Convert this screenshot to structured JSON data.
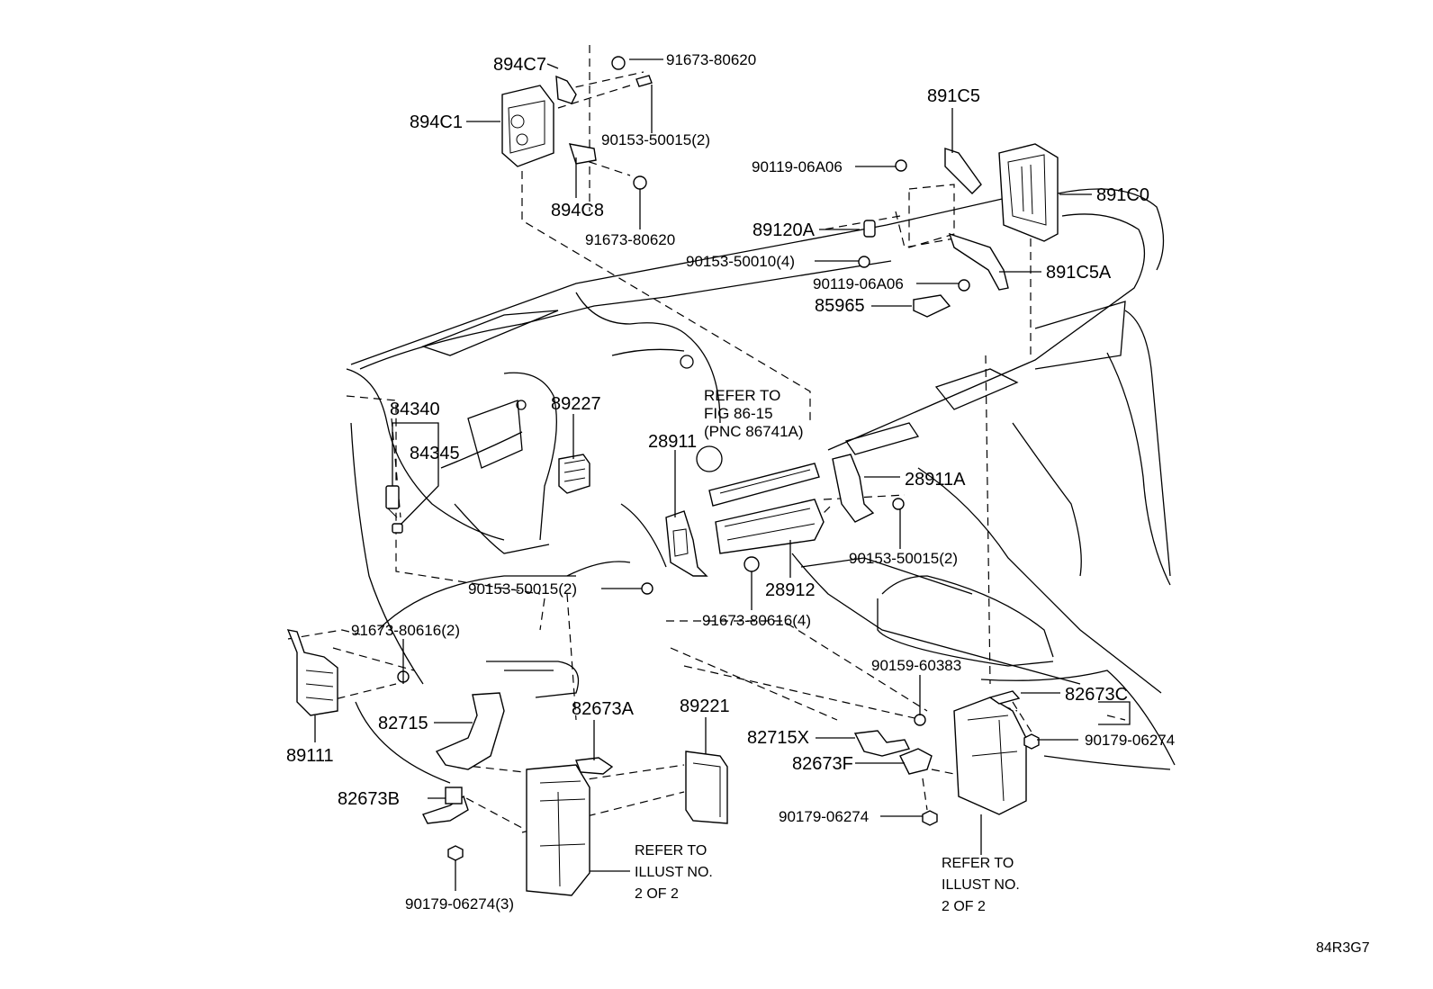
{
  "parts": {
    "p894C7": "894C7",
    "p91673_80620_top": "91673-80620",
    "p894C1": "894C1",
    "p90153_50015_top": "90153-50015(2)",
    "p894C8": "894C8",
    "p91673_80620_bottom": "91673-80620",
    "p891C5": "891C5",
    "p90119_06A06_top": "90119-06A06",
    "p891C0": "891C0",
    "p89120A": "89120A",
    "p90153_50010": "90153-50010(4)",
    "p891C5A": "891C5A",
    "p90119_06A06_bottom": "90119-06A06",
    "p85965": "85965",
    "p84340": "84340",
    "p84345": "84345",
    "p89227": "89227",
    "p28911": "28911",
    "p28911A": "28911A",
    "p90153_50015_right": "90153-50015(2)",
    "p90153_50015_left": "90153-50015(2)",
    "p28912": "28912",
    "p91673_80616_4": "91673-80616(4)",
    "p91673_80616_2": "91673-80616(2)",
    "p89111": "89111",
    "p82715": "82715",
    "p82673A": "82673A",
    "p89221": "89221",
    "p82673B": "82673B",
    "p90179_06274_3": "90179-06274(3)",
    "p90159_60383": "90159-60383",
    "p82673C": "82673C",
    "p82715X": "82715X",
    "p90179_06274_right": "90179-06274",
    "p82673F": "82673F",
    "p90179_06274_mid": "90179-06274"
  },
  "notes": {
    "refer_fig_line1": "REFER TO",
    "refer_fig_line2": "FIG 86-15",
    "refer_fig_line3": "(PNC 86741A)",
    "refer_illust_left_1": "REFER TO",
    "refer_illust_left_2": "ILLUST NO.",
    "refer_illust_left_3": "2 OF 2",
    "refer_illust_right_1": "REFER TO",
    "refer_illust_right_2": "ILLUST NO.",
    "refer_illust_right_3": "2 OF 2"
  },
  "illustration_code": "84R3G7"
}
